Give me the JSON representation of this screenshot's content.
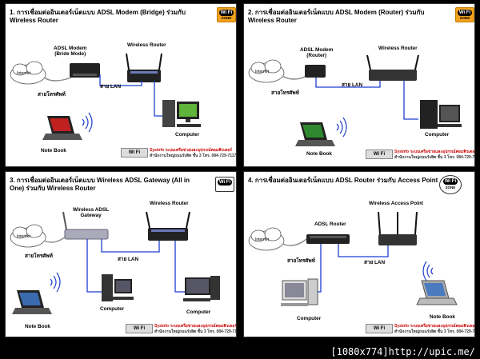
{
  "panels": [
    {
      "title": "1. การเชื่อมต่ออินเตอร์เน็ตแบบ ADSL Modem (Bridge) ร่วมกับ Wireless Router",
      "badge": {
        "top": "Wi Fi",
        "bottom": "ZONE"
      },
      "labels": {
        "modem": "ADSL Modem\n(Bride Mode)",
        "router": "Wireless Router",
        "internet": "Internet",
        "phone_line": "สายโทรศัพท์",
        "lan": "สาย LAN",
        "computer": "Computer",
        "notebook": "Note Book"
      }
    },
    {
      "title": "2. การเชื่อมต่ออินเตอร์เน็ตแบบ ADSL Modem (Router) ร่วมกับ Wireless Router",
      "badge": {
        "top": "Wi Fi",
        "bottom": "ZONE"
      },
      "labels": {
        "modem": "ADSL Modem\n(Router)",
        "router": "Wireless Router",
        "internet": "Internet",
        "phone_line": "สายโทรศัพท์",
        "lan": "สาย LAN",
        "computer": "Computer",
        "notebook": "Note Book"
      }
    },
    {
      "title": "3. การเชื่อมต่ออินเตอร์เน็ตแบบ Wireless ADSL Gateway (All in One) ร่วมกับ Wireless Router",
      "badge": {
        "top": "Wi Fi",
        "bottom": ""
      },
      "labels": {
        "gateway": "Wireless ADSL\nGateway",
        "router": "Wireless Router",
        "internet": "Internet",
        "phone_line": "สายโทรศัพท์",
        "lan": "สาย LAN",
        "computer1": "Computer",
        "computer2": "Computer",
        "notebook": "Note Book"
      }
    },
    {
      "title": "4. การเชื่อมต่ออินเตอร์เน็ตแบบ ADSL Router ร่วมกับ Access Point",
      "badge": {
        "top": "Wi Fi",
        "bottom": "ZONE"
      },
      "labels": {
        "router": "ADSL Router",
        "ap": "Wireless Access Point",
        "internet": "Internet",
        "phone_line": "สายโทรศัพท์",
        "lan": "สาย LAN",
        "computer": "Computer",
        "notebook": "Note Book"
      }
    }
  ],
  "sponsor": {
    "name": "Sysinfo ระบบเครือข่ายและอุปกรณ์คอมพิวเตอร์",
    "address": "สำนักงานใหญ่ถนนรังสิต ชั้น 3 โทร. 084-729-7117",
    "logo": "Wi Fi"
  },
  "footer": "[1080x774]http://upic.me/",
  "colors": {
    "lan": "#1f3fd0",
    "phone": "#888888",
    "badge": "#f2a21c"
  }
}
